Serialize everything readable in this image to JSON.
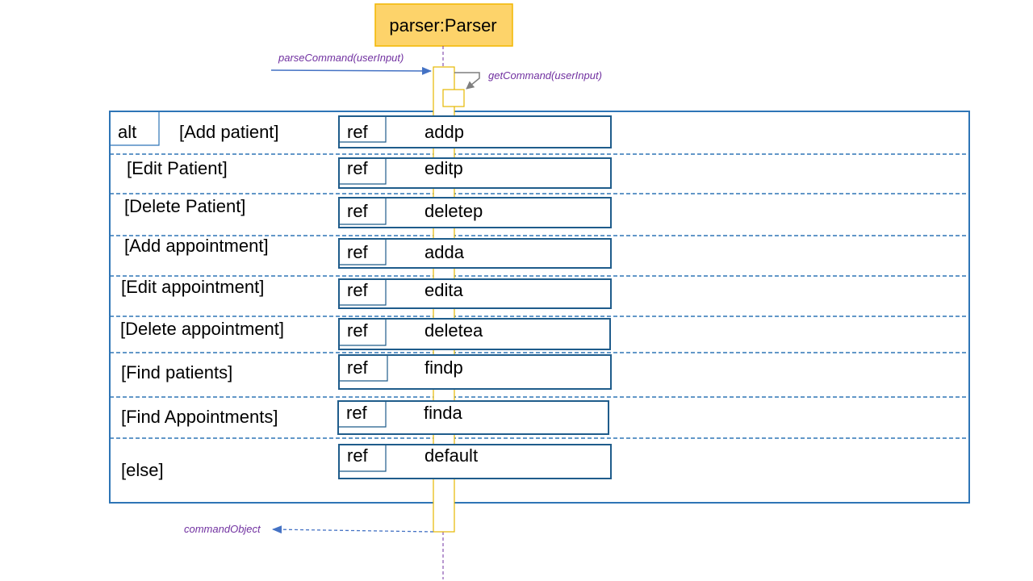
{
  "diagram": {
    "lifeline": {
      "title": "parser:Parser"
    },
    "messages": {
      "incoming": "parseCommand(userInput)",
      "self_call": "getCommand(userInput)",
      "return": "commandObject"
    },
    "alt": {
      "keyword": "alt",
      "fragments": [
        {
          "guard": "[Add patient]",
          "ref_label": "ref",
          "ref_name": "addp"
        },
        {
          "guard": "[Edit Patient]",
          "ref_label": "ref",
          "ref_name": "editp"
        },
        {
          "guard": "[Delete Patient]",
          "ref_label": "ref",
          "ref_name": "deletep"
        },
        {
          "guard": "[Add appointment]",
          "ref_label": "ref",
          "ref_name": "adda"
        },
        {
          "guard": "[Edit appointment]",
          "ref_label": "ref",
          "ref_name": "edita"
        },
        {
          "guard": "[Delete appointment]",
          "ref_label": "ref",
          "ref_name": "deletea"
        },
        {
          "guard": "[Find patients]",
          "ref_label": "ref",
          "ref_name": "findp"
        },
        {
          "guard": "[Find Appointments]",
          "ref_label": "ref",
          "ref_name": "finda"
        },
        {
          "guard": "[else]",
          "ref_label": "ref",
          "ref_name": "default"
        }
      ]
    },
    "colors": {
      "lifeline_fill": "#fdd36a",
      "lifeline_border": "#f2b600",
      "activation_border": "#e6b800",
      "frame_border": "#2e75b6",
      "message_arrow": "#4472c4",
      "self_arrow": "#7f7f7f",
      "message_text": "#7030a0"
    }
  }
}
